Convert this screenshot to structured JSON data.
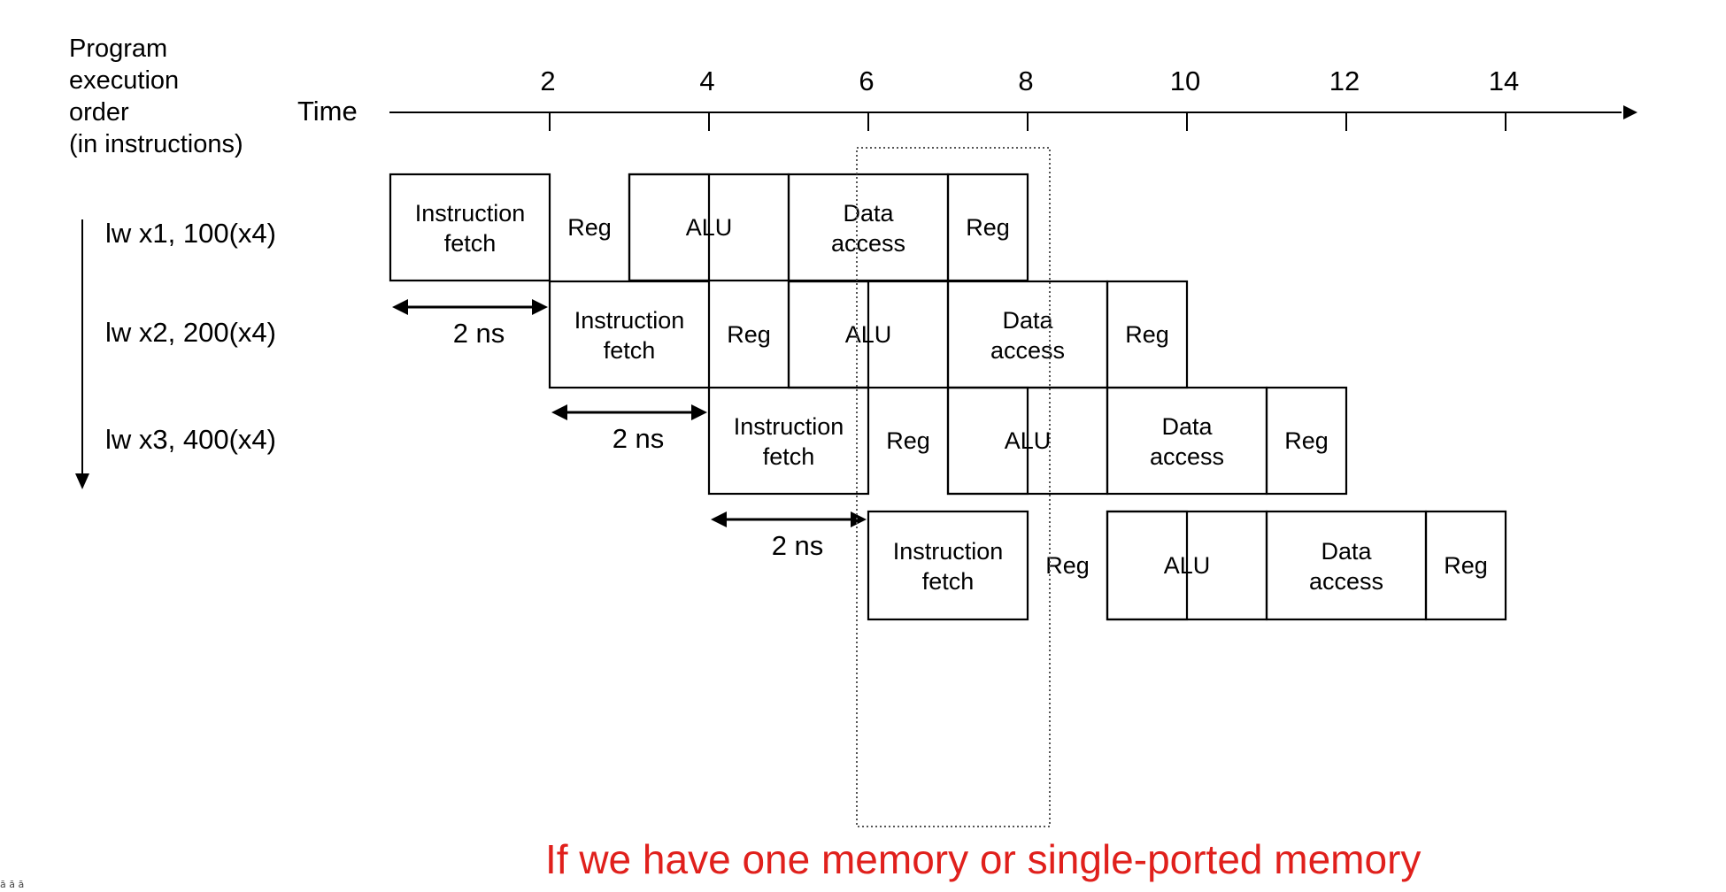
{
  "axis": {
    "order_label": [
      "Program",
      "execution",
      "order",
      "(in instructions)"
    ],
    "time_label": "Time",
    "ticks": [
      "2",
      "4",
      "6",
      "8",
      "10",
      "12",
      "14"
    ]
  },
  "instructions": [
    {
      "label": "lw x1, 100(x4)",
      "start": 0
    },
    {
      "label": "lw x2, 200(x4)",
      "start": 2
    },
    {
      "label": "lw x3, 400(x4)",
      "start": 4
    },
    {
      "label": "",
      "start": 6
    }
  ],
  "stages": [
    {
      "name": [
        "Instruction",
        "fetch"
      ],
      "duration": 2
    },
    {
      "name": [
        "Reg"
      ],
      "duration": 1
    },
    {
      "name": [
        "ALU"
      ],
      "duration": 2
    },
    {
      "name": [
        "Data",
        "access"
      ],
      "duration": 2
    },
    {
      "name": [
        "Reg"
      ],
      "duration": 1
    }
  ],
  "gaps": [
    {
      "label": "2 ns",
      "from": 0,
      "to": 2
    },
    {
      "label": "2 ns",
      "from": 2,
      "to": 4
    },
    {
      "label": "2 ns",
      "from": 4,
      "to": 6
    }
  ],
  "highlight": {
    "from": 6,
    "to": 8,
    "style": "dotted"
  },
  "caption": "If we have one memory or single-ported memory",
  "corner_mark": "ā ā ā",
  "colors": {
    "ink": "#000000",
    "caption": "#e0201c",
    "highlight": "#555555"
  }
}
